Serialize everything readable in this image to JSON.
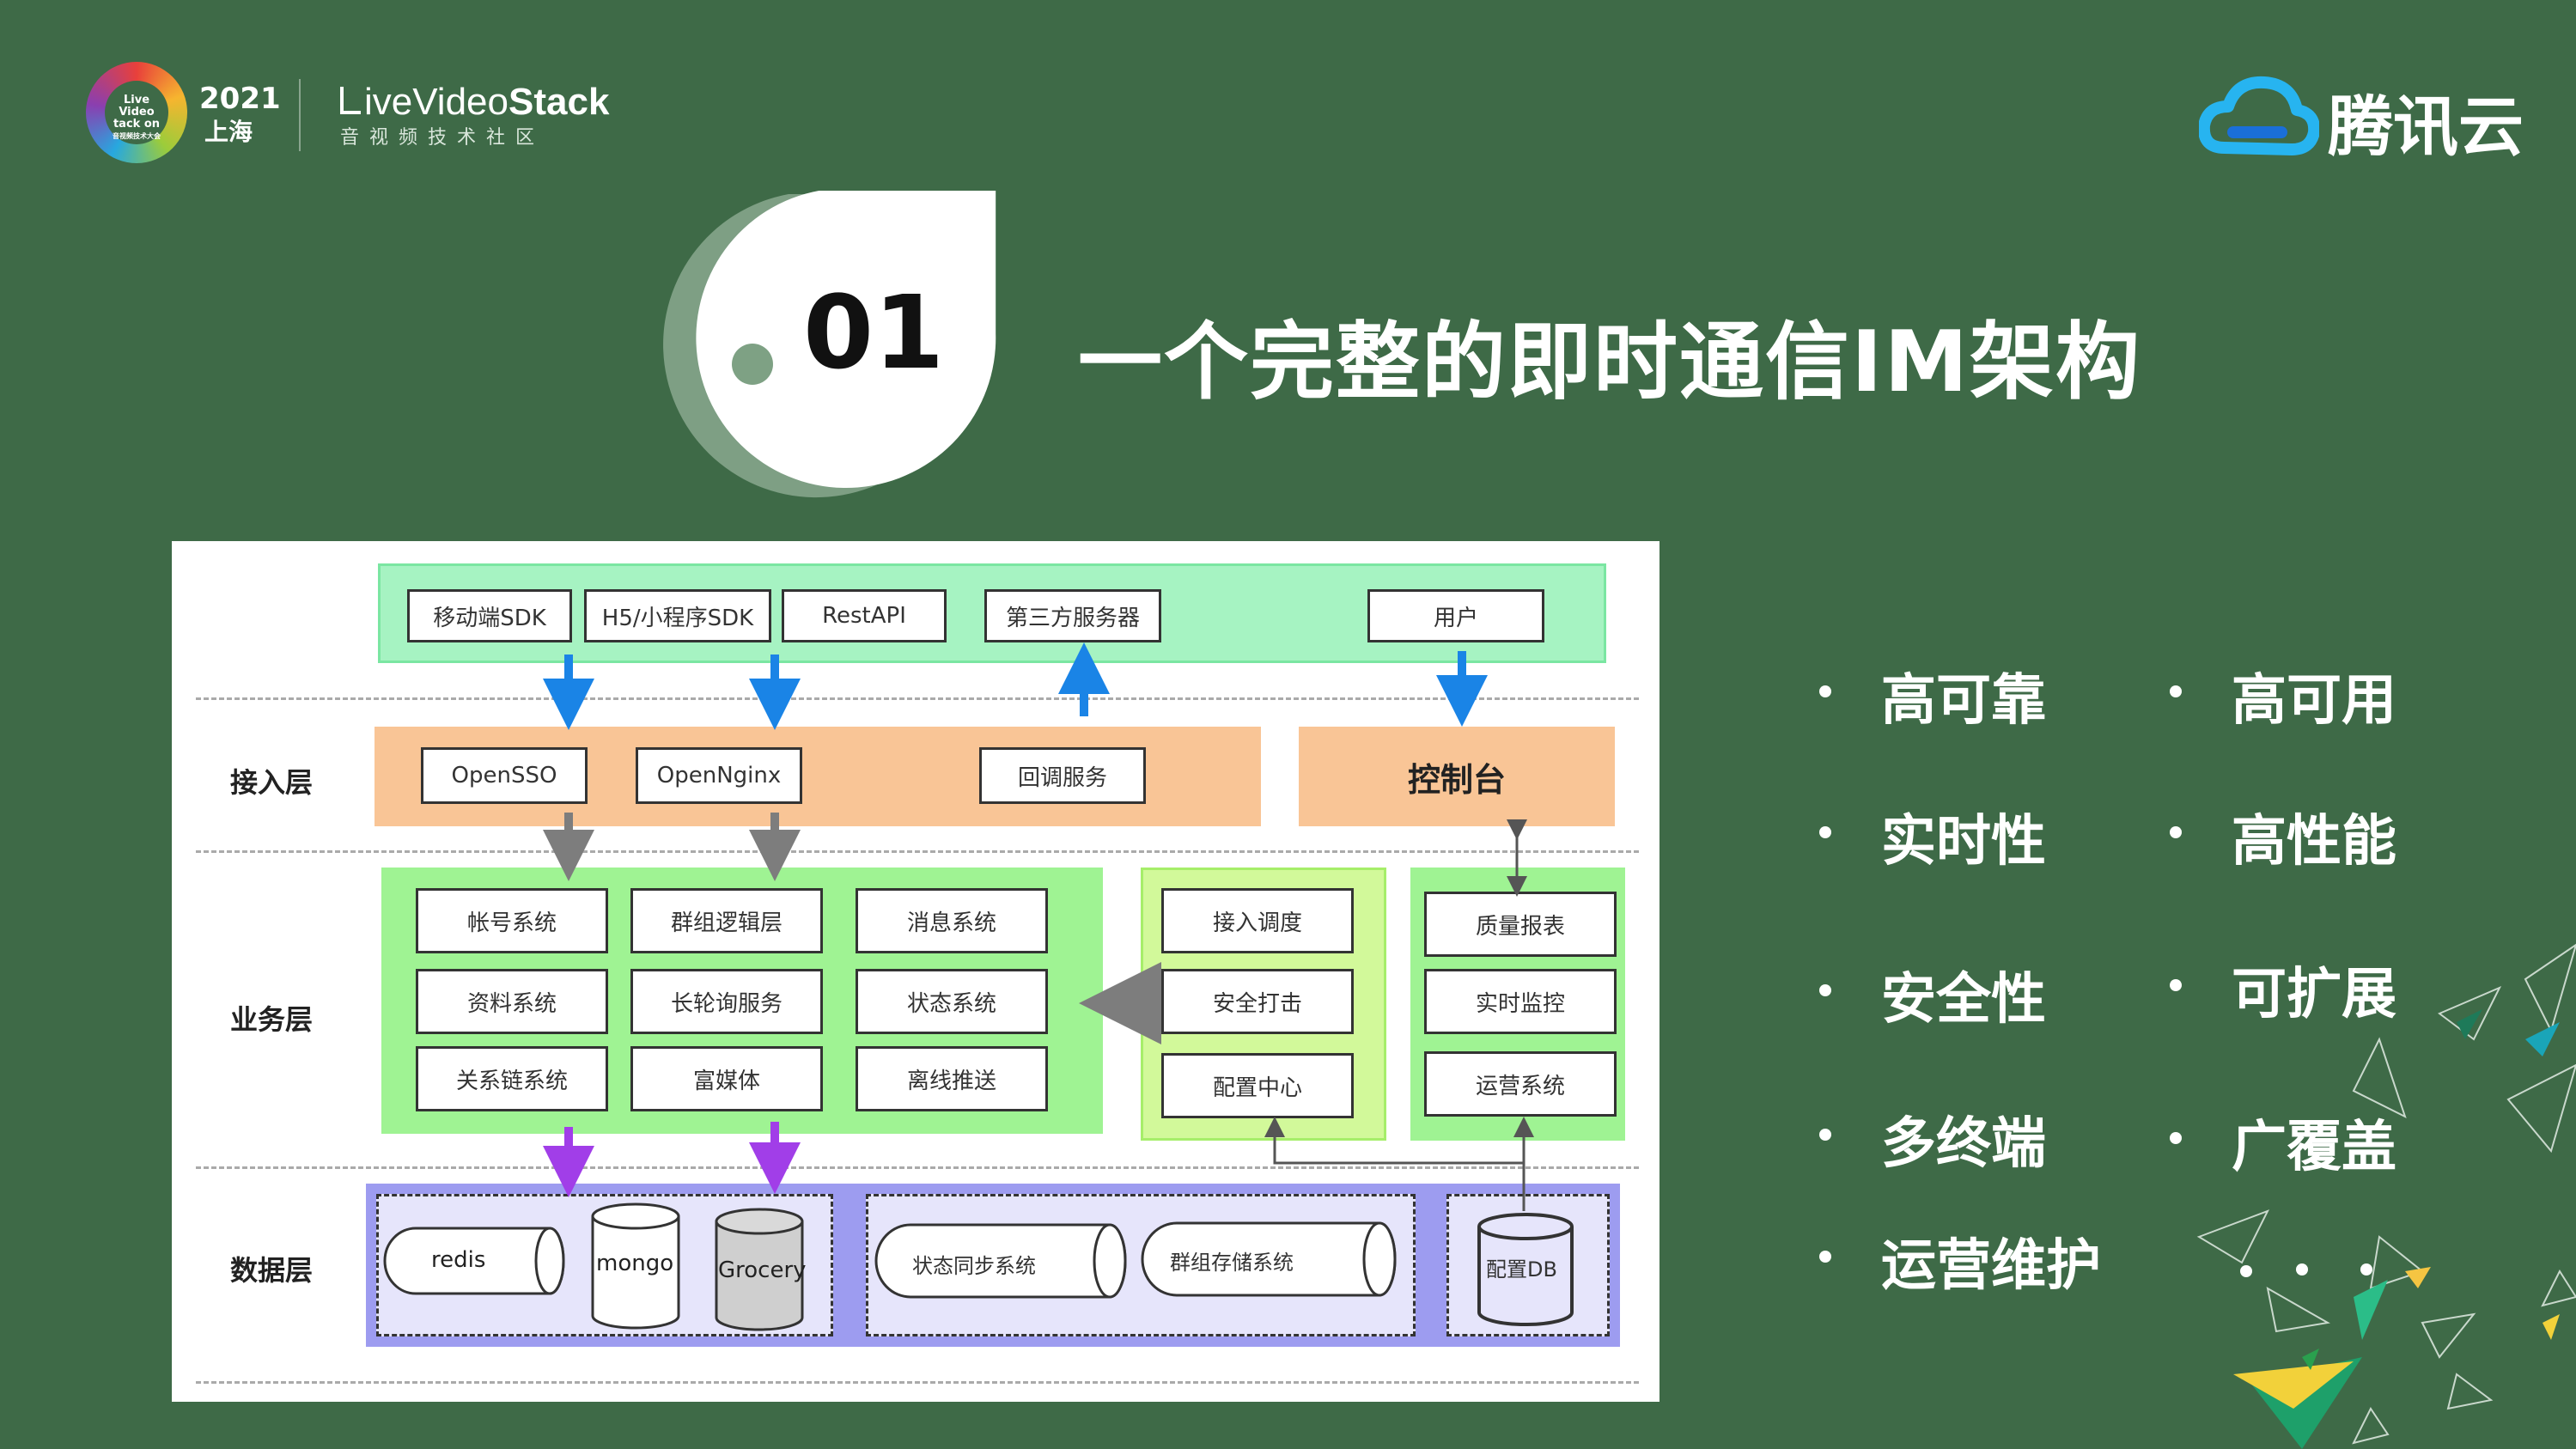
{
  "header": {
    "event_logo_text": [
      "Live Video",
      "tack on",
      "音视频技术大会"
    ],
    "year": "2021",
    "city": "上海",
    "brand_prefix": "iveVideo",
    "brand_bold": "Stack",
    "brand_sub": "音视频技术社区",
    "sponsor": "腾讯云"
  },
  "section": {
    "number": "01",
    "title": "一个完整的即时通信IM架构"
  },
  "layers": {
    "access": "接入层",
    "business": "业务层",
    "data": "数据层"
  },
  "clients": {
    "mobile_sdk": "移动端SDK",
    "h5_sdk": "H5/小程序SDK",
    "rest_api": "RestAPI",
    "third_party": "第三方服务器",
    "user": "用户"
  },
  "access_layer": {
    "opensso": "OpenSSO",
    "opennginx": "OpenNginx",
    "callback": "回调服务",
    "console": "控制台"
  },
  "business_core": {
    "account": "帐号系统",
    "group_logic": "群组逻辑层",
    "message": "消息系统",
    "profile": "资料系统",
    "long_poll": "长轮询服务",
    "status": "状态系统",
    "relation": "关系链系统",
    "rich_media": "富媒体",
    "offline_push": "离线推送"
  },
  "business_ops": {
    "dispatch": "接入调度",
    "security": "安全打击",
    "config_center": "配置中心"
  },
  "business_console": {
    "quality_report": "质量报表",
    "realtime_monitor": "实时监控",
    "ops_system": "运营系统"
  },
  "data_layer": {
    "redis": "redis",
    "mongo": "mongo",
    "grocery": "Grocery",
    "status_sync": "状态同步系统",
    "group_storage": "群组存储系统",
    "config_db": "配置DB"
  },
  "features": [
    "高可靠",
    "高可用",
    "实时性",
    "高性能",
    "安全性",
    "可扩展",
    "多终端",
    "广覆盖",
    "运营维护"
  ],
  "colors": {
    "background": "#3e6a47",
    "client_band": "#a6f3c2",
    "access_band": "#f9c596",
    "business_band": "#9ff393",
    "ops_band": "#d2f99a",
    "data_band": "#9d9cf0",
    "arrow_blue": "#1a84e6",
    "arrow_gray": "#7d7d7d",
    "arrow_purple": "#a13ee8"
  }
}
